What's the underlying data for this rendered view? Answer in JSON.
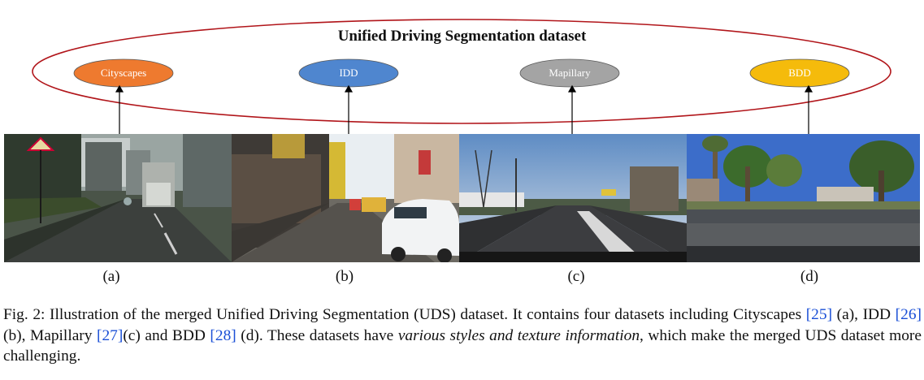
{
  "figure": {
    "title": "Unified Driving Segmentation dataset",
    "ellipse_color": "#b1151a",
    "nodes": [
      {
        "label": "Cityscapes",
        "color": "#ee7a2f"
      },
      {
        "label": "IDD",
        "color": "#4f86cf"
      },
      {
        "label": "Mapillary",
        "color": "#a4a4a4"
      },
      {
        "label": "BDD",
        "color": "#f5bb0b"
      }
    ],
    "subfigure_labels": [
      "(a)",
      "(b)",
      "(c)",
      "(d)"
    ]
  },
  "caption": {
    "prefix": "Fig. 2: Illustration of the merged Unified Driving Segmentation (UDS) dataset. It contains four datasets including Cityscapes ",
    "ref1": "[25]",
    "t1": " (a), IDD ",
    "ref2": "[26]",
    "t2": "(b), Mapillary ",
    "ref3": "[27]",
    "t3": "(c) and BDD ",
    "ref4": "[28]",
    "t4": " (d). These datasets have ",
    "italic": "various styles and texture information",
    "suffix": ", which make the merged UDS dataset more challenging.",
    "ref_color": "#1a4fd6"
  }
}
